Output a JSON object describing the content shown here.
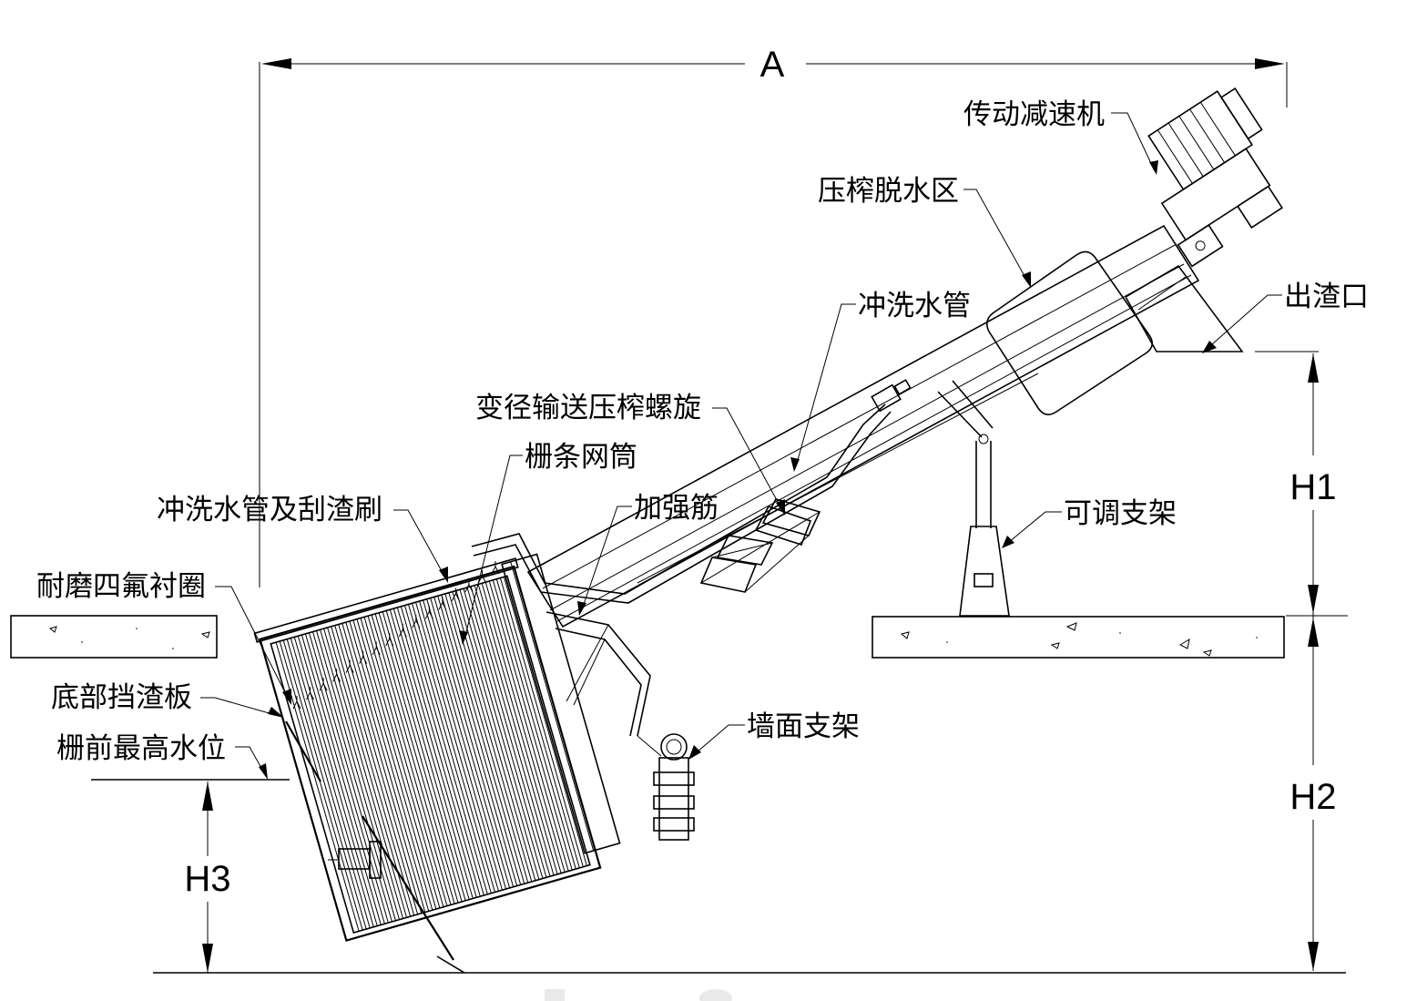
{
  "dimensions": {
    "width_label": "A",
    "h1_label": "H1",
    "h2_label": "H2",
    "h3_label": "H3"
  },
  "labels": {
    "drive_reducer": "传动减速机",
    "press_dewater_zone": "压榨脱水区",
    "slag_outlet": "出渣口",
    "flush_pipe": "冲洗水管",
    "variable_screw": "变径输送压榨螺旋",
    "grid_screen_drum": "栅条网筒",
    "flush_pipe_brush": "冲洗水管及刮渣刷",
    "stiffener": "加强筋",
    "adjustable_bracket": "可调支架",
    "ptfe_liner": "耐磨四氟衬圈",
    "bottom_baffle": "底部挡渣板",
    "wall_bracket": "墙面支架",
    "max_water_level": "栅前最高水位"
  },
  "colors": {
    "line": "#000000",
    "background": "#ffffff",
    "watermark": "#e9e9e9"
  }
}
